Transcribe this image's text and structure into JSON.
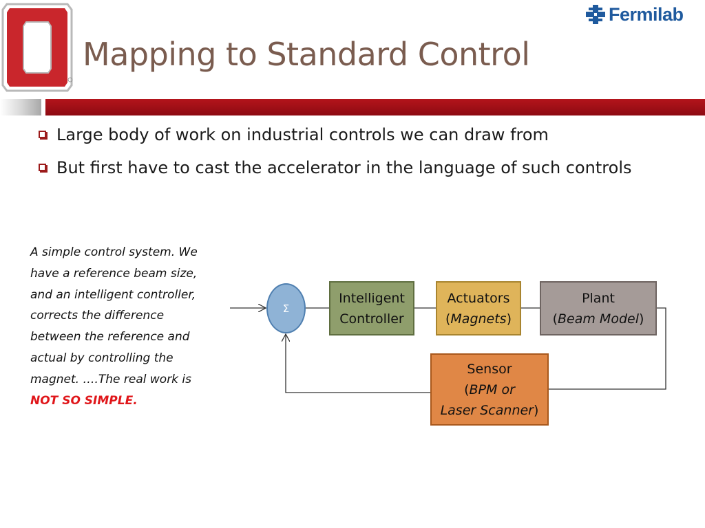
{
  "slide": {
    "title": "Mapping to Standard Control",
    "fermilab_label": "Fermilab",
    "bullets": [
      "Large body of work on industrial controls we can draw from",
      "But first have to cast the accelerator in the language of such controls"
    ],
    "caption": {
      "text": "A simple control system. We have a reference beam size, and an intelligent controller, corrects the difference between the reference and actual by controlling the magnet. ….The real work is ",
      "emphasis": "NOT SO SIMPLE."
    },
    "colors": {
      "title": "#7a5c4f",
      "red_bar": "#b3141b",
      "emphasis": "#e0161a",
      "controller": "#8f9e6c",
      "actuators": "#dfb45a",
      "plant": "#a59b98",
      "sensor": "#e08746",
      "sum_node": "#8fb3d6"
    }
  },
  "diagram": {
    "sum_symbol": "Σ",
    "controller": {
      "line1": "Intelligent",
      "line2": "Controller"
    },
    "actuators": {
      "line1": "Actuators",
      "line2_open": "(",
      "line2_italic": "Magnets",
      "line2_close": ")"
    },
    "plant": {
      "line1": "Plant",
      "line2_open": "(",
      "line2_italic": "Beam Model",
      "line2_close": ")"
    },
    "sensor": {
      "line1": "Sensor",
      "line2_open": "(",
      "line2_italic": "BPM or",
      "line3_italic": "Laser Scanner",
      "line3_close": ")"
    }
  }
}
